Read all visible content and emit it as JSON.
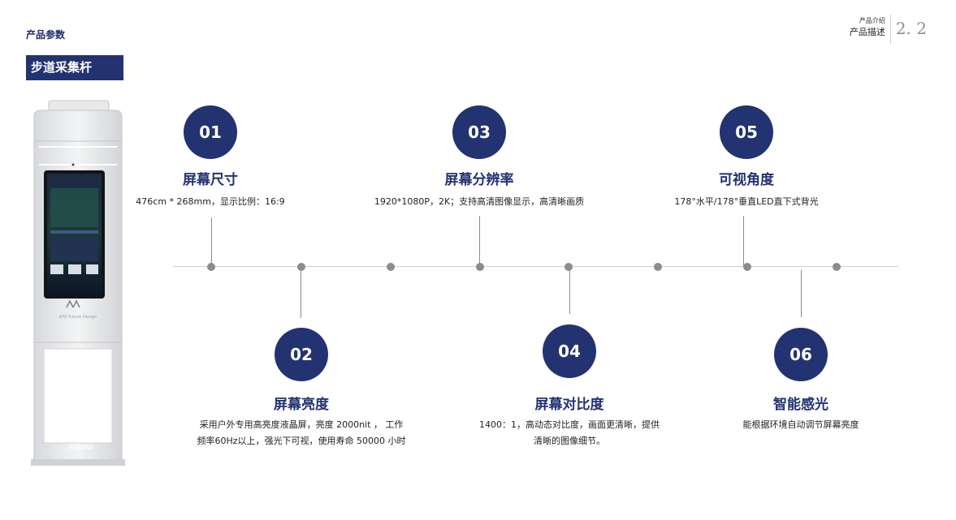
{
  "header": {
    "section_label": "产品参数",
    "sub_title": "产品介绍",
    "main_title": "产品描述",
    "page_number": "2. 2"
  },
  "title": "步道采集杆",
  "device": {
    "logo_text": "Avidea",
    "caption": "AIVI Future Design"
  },
  "items": [
    {
      "number": "01",
      "title": "屏幕尺寸",
      "desc": "476cm * 268mm，显示比例：16:9"
    },
    {
      "number": "02",
      "title": "屏幕亮度",
      "desc_line1": "采用户外专用高亮度液晶屏，亮度 2000nit ， 工作",
      "desc_line2": "频率60Hz以上，强光下可视，使用寿命 50000 小时"
    },
    {
      "number": "03",
      "title": "屏幕分辨率",
      "desc": "1920*1080P，2K；支持高清图像显示，高清晰画质"
    },
    {
      "number": "04",
      "title": "屏幕对比度",
      "desc_line1": "1400：1，高动态对比度，画面更清晰，提供",
      "desc_line2": "清晰的图像细节。"
    },
    {
      "number": "05",
      "title": "可视角度",
      "desc": "178°水平/178°垂直LED直下式背光"
    },
    {
      "number": "06",
      "title": "智能感光",
      "desc": "能根据环境自动调节屏幕亮度"
    }
  ],
  "colors": {
    "accent": "#233371",
    "line": "#cfcfcf",
    "dot": "#8c8c8c"
  }
}
